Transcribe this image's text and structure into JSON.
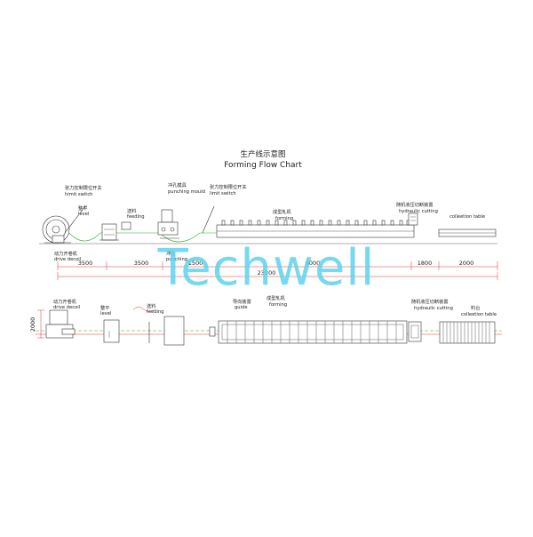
{
  "title": {
    "cn": "生产线示意图",
    "en": "Forming Flow Chart"
  },
  "watermark": "Techwell",
  "side_view": {
    "labels": {
      "limit_switch_1_cn": "张力控制限位开关",
      "limit_switch_1_en": "himit switch",
      "level_cn": "整平",
      "level_en": "level",
      "feeding_cn": "送料",
      "feeding_en": "feeding",
      "punch_mould_cn": "冲孔模具",
      "punch_mould_en": "punching mould",
      "limit_switch_2_cn": "张力控制限位开关",
      "limit_switch_2_en": "limit switch",
      "forming_cn": "成型轧机",
      "forming_en": "forming",
      "cutting_cn": "随机液压切断装置",
      "cutting_en": "hydraulic cutting",
      "collection_en": "colleetion table",
      "decoil_cn": "动力开卷机",
      "decoil_en": "drive decoil",
      "punching_cn": "冲孔",
      "punching_en": "punching"
    },
    "dimensions": [
      "3500",
      "3500",
      "1500",
      "9000",
      "1800",
      "2000"
    ],
    "total_length": "23300"
  },
  "plan_view": {
    "labels": {
      "decoil_cn": "动力开卷机",
      "decoil_en": "drive decoil",
      "level_cn": "整平",
      "level_en": "level",
      "feeding_cn": "送料",
      "feeding_en": "feeding",
      "guide_cn": "导向装置",
      "guide_en": "guide",
      "forming_cn": "成型轧机",
      "forming_en": "forming",
      "cutting_cn": "随机液压切断装置",
      "cutting_en": "hydraulic cutting",
      "collection_cn": "料台",
      "collection_en": "colleetion table"
    },
    "width_dim": "2000"
  },
  "colors": {
    "watermark": "#5fd3ee",
    "line": "#333333",
    "dimension": "#dd3333",
    "material": "#33aa33"
  }
}
